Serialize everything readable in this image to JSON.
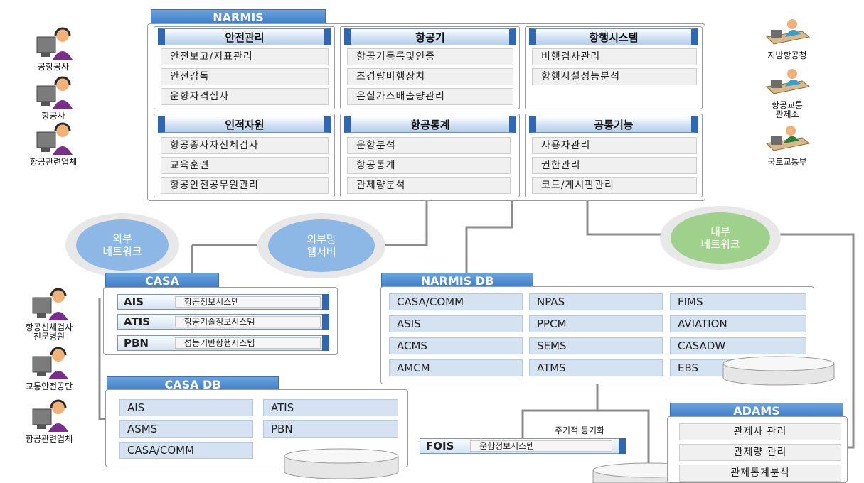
{
  "narmis": {
    "title": "NARMIS",
    "groups": [
      {
        "header": "안전관리",
        "items": [
          "안전보고/지표관리",
          "안전감독",
          "운항자격심사"
        ]
      },
      {
        "header": "항공기",
        "items": [
          "항공기등록및인증",
          "초경량비행장치",
          "온실가스배출량관리"
        ]
      },
      {
        "header": "항행시스템",
        "items": [
          "비행검사관리",
          "항행시설성능분석"
        ]
      },
      {
        "header": "인적자원",
        "items": [
          "항공종사자신체검사",
          "교육훈련",
          "항공안전공무원관리"
        ]
      },
      {
        "header": "항공통계",
        "items": [
          "운항분석",
          "항공통계",
          "관제량분석"
        ]
      },
      {
        "header": "공통기능",
        "items": [
          "사용자관리",
          "권한관리",
          "코드/게시판관리"
        ]
      }
    ]
  },
  "left_users_top": [
    "공항공사",
    "항공사",
    "항공관련업체"
  ],
  "right_users": [
    "지방항공청",
    "항공교통\n관제소",
    "국토교통부"
  ],
  "left_users_bottom": [
    "항공신체검사\n전문병원",
    "교통안전공단",
    "항공관련업체"
  ],
  "networks": {
    "external": "외부\n네트워크",
    "web": "외부망\n웹서버",
    "internal": "내부\n네트워크"
  },
  "casa": {
    "title": "CASA",
    "systems": [
      {
        "code": "AIS",
        "name": "항공정보시스템"
      },
      {
        "code": "ATIS",
        "name": "항공기술정보시스템"
      },
      {
        "code": "PBN",
        "name": "성능기반항행시스템"
      }
    ]
  },
  "casa_db": {
    "title": "CASA DB",
    "cells": [
      "AIS",
      "ATIS",
      "ASMS",
      "PBN",
      "CASA/COMM"
    ]
  },
  "narmis_db": {
    "title": "NARMIS DB",
    "cells": [
      "CASA/COMM",
      "NPAS",
      "FIMS",
      "ASIS",
      "PPCM",
      "AVIATION",
      "ACMS",
      "SEMS",
      "CASADW",
      "AMCM",
      "ATMS",
      "EBS"
    ]
  },
  "sync_label": "주기적 동기화",
  "fois": {
    "code": "FOIS",
    "name": "운항정보시스템"
  },
  "adams": {
    "title": "ADAMS",
    "items": [
      "관제사 관리",
      "관제량 관리",
      "관제통계분석"
    ]
  },
  "colors": {
    "tab_blue": "#3f7cc6",
    "circle_blue": "#8db8e6",
    "circle_green": "#9fd08c",
    "cell_blue": "#d5e2f2"
  }
}
